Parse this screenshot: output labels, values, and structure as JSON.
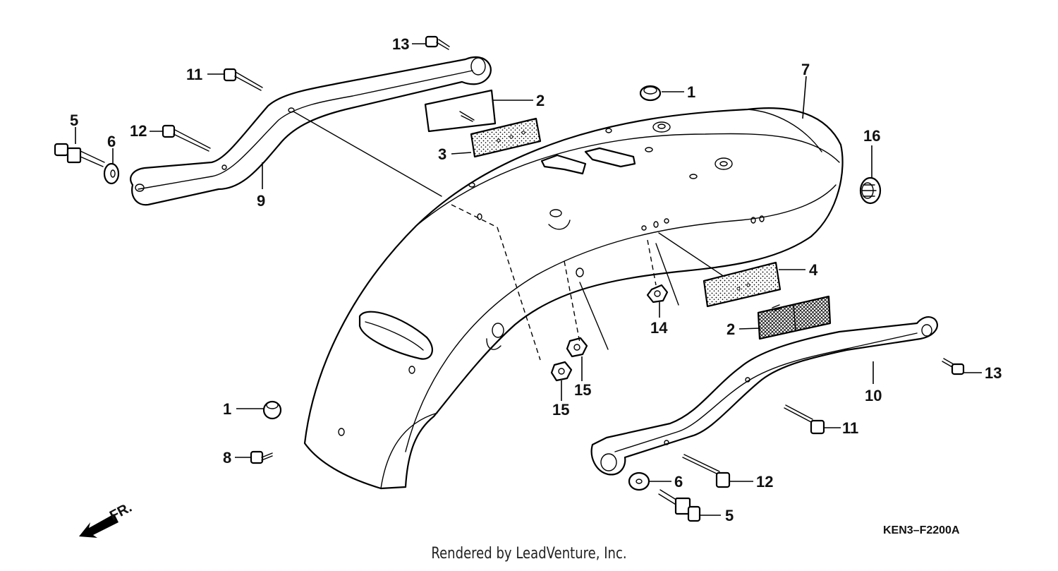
{
  "diagram": {
    "labels": {
      "c13_top": "13",
      "c11_top": "11",
      "c5_left": "5",
      "c6_left": "6",
      "c12_left": "12",
      "c9": "9",
      "c2_top": "2",
      "c3": "3",
      "c1_top": "1",
      "c7": "7",
      "c16": "16",
      "c4": "4",
      "c14": "14",
      "c2_bottom": "2",
      "c15_a": "15",
      "c15_b": "15",
      "c13_right": "13",
      "c10": "10",
      "c11_right": "11",
      "c12_right": "12",
      "c6_right": "6",
      "c5_right": "5",
      "c1_left": "1",
      "c8": "8"
    },
    "front_marker": "FR.",
    "diagram_code": "KEN3–F2200A"
  },
  "footer": {
    "credit": "Rendered by LeadVenture, Inc."
  }
}
